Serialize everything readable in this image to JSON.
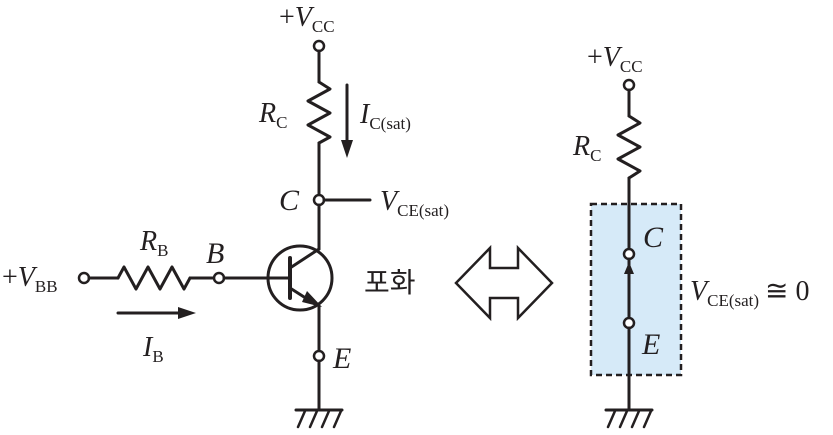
{
  "left_circuit": {
    "vcc": {
      "sign": "+",
      "letter": "V",
      "sub": "CC"
    },
    "rc": {
      "letter": "R",
      "sub": "C"
    },
    "ic": {
      "letter": "I",
      "sub": "C(sat)"
    },
    "node_c": "C",
    "vce": {
      "letter": "V",
      "sub": "CE(sat)"
    },
    "vbb": {
      "sign": "+",
      "letter": "V",
      "sub": "BB"
    },
    "rb": {
      "letter": "R",
      "sub": "B"
    },
    "node_b": "B",
    "ib": {
      "letter": "I",
      "sub": "B"
    },
    "node_e": "E"
  },
  "state_label": "포화",
  "right_circuit": {
    "vcc": {
      "sign": "+",
      "letter": "V",
      "sub": "CC"
    },
    "rc": {
      "letter": "R",
      "sub": "C"
    },
    "node_c": "C",
    "node_e": "E",
    "vce_approx": {
      "letter": "V",
      "sub": "CE(sat)",
      "relation": "≅ 0"
    }
  },
  "colors": {
    "ink": "#231f20",
    "switch_fill": "#d6eaf8"
  }
}
